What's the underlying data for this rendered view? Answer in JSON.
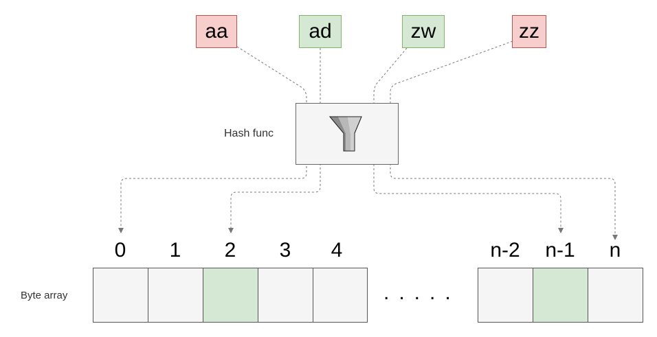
{
  "keys": [
    {
      "text": "aa",
      "fill": "#f8cecc",
      "stroke": "#b85450"
    },
    {
      "text": "ad",
      "fill": "#d5e8d4",
      "stroke": "#82b366"
    },
    {
      "text": "zw",
      "fill": "#d5e8d4",
      "stroke": "#82b366"
    },
    {
      "text": "zz",
      "fill": "#f8cecc",
      "stroke": "#b85450"
    }
  ],
  "hash": {
    "label": "Hash func",
    "icon": "funnel-icon"
  },
  "array": {
    "label": "Byte array",
    "indices": [
      "0",
      "1",
      "2",
      "3",
      "4",
      "n-2",
      "n-1",
      "n"
    ],
    "highlighted": [
      2,
      6
    ],
    "ellipsis": ".....",
    "cell_fill": "#f5f5f5",
    "highlight_fill": "#d5e8d4"
  }
}
